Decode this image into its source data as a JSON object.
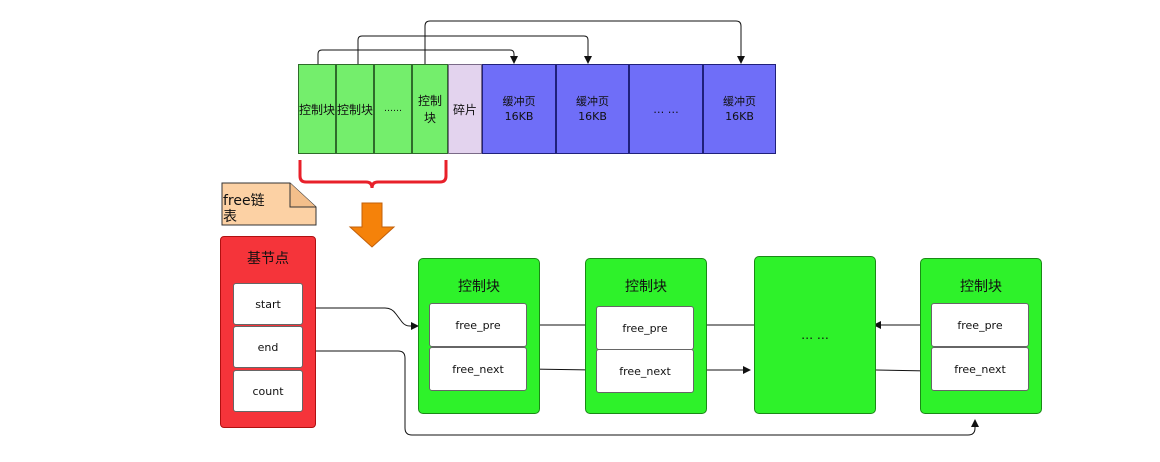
{
  "memory_pool": {
    "blocks": [
      {
        "type": "control",
        "label": "控制块"
      },
      {
        "type": "control",
        "label": "控制块"
      },
      {
        "type": "control",
        "label": "……"
      },
      {
        "type": "control",
        "label": "控制块"
      },
      {
        "type": "fragment",
        "label": "碎片"
      },
      {
        "type": "buffer",
        "label": "缓冲页\n16KB"
      },
      {
        "type": "buffer",
        "label": "缓冲页\n16KB"
      },
      {
        "type": "buffer",
        "label": "… …"
      },
      {
        "type": "buffer",
        "label": "缓冲页\n16KB"
      }
    ]
  },
  "note": {
    "label": "free链\n表"
  },
  "base_node": {
    "title": "基节点",
    "fields": [
      "start",
      "end",
      "count"
    ]
  },
  "control_blocks": [
    {
      "title": "控制块",
      "fields": [
        "free_pre",
        "free_next"
      ]
    },
    {
      "title": "控制块",
      "fields": [
        "free_pre",
        "free_next"
      ]
    },
    {
      "ellipsis": "… …"
    },
    {
      "title": "控制块",
      "fields": [
        "free_pre",
        "free_next"
      ]
    }
  ],
  "colors": {
    "control_block": "#74ee6c",
    "fragment": "#e3d3ee",
    "buffer_page": "#6f6ef8",
    "base_node": "#f5343a",
    "list_node": "#2ef22a",
    "note": "#fcd1a4",
    "brace": "#e8202a",
    "down_arrow": "#f5820a"
  }
}
